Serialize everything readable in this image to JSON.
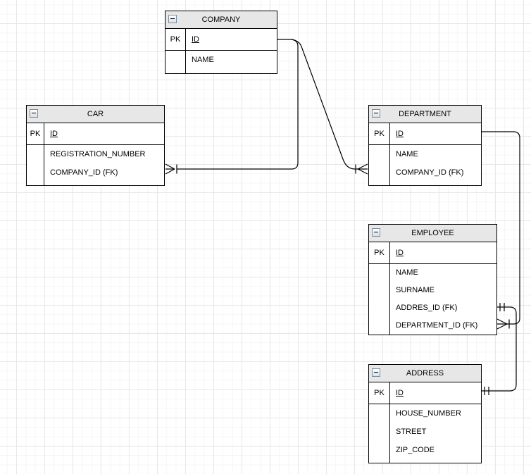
{
  "entities": {
    "company": {
      "title": "COMPANY",
      "pk_label": "PK",
      "pk": "ID",
      "attributes": [
        "NAME"
      ]
    },
    "car": {
      "title": "CAR",
      "pk_label": "PK",
      "pk": "ID",
      "attributes": [
        "REGISTRATION_NUMBER",
        "COMPANY_ID (FK)"
      ]
    },
    "department": {
      "title": "DEPARTMENT",
      "pk_label": "PK",
      "pk": "ID",
      "attributes": [
        "NAME",
        "COMPANY_ID (FK)"
      ]
    },
    "employee": {
      "title": "EMPLOYEE",
      "pk_label": "PK",
      "pk": "ID",
      "attributes": [
        "NAME",
        "SURNAME",
        "ADDRES_ID (FK)",
        "DEPARTMENT_ID (FK)"
      ]
    },
    "address": {
      "title": "ADDRESS",
      "pk_label": "PK",
      "pk": "ID",
      "attributes": [
        "HOUSE_NUMBER",
        "STREET",
        "ZIP_CODE"
      ]
    }
  },
  "relationships": [
    {
      "from": "COMPANY.ID",
      "to": "CAR.COMPANY_ID (FK)",
      "from_end": "plain",
      "to_end": "crow-foot-with-tick (many)"
    },
    {
      "from": "COMPANY.ID",
      "to": "DEPARTMENT.COMPANY_ID (FK)",
      "from_end": "plain",
      "to_end": "crow-foot-with-tick (many)"
    },
    {
      "from": "DEPARTMENT.ID",
      "to": "EMPLOYEE.DEPARTMENT_ID (FK)",
      "from_end": "plain",
      "to_end": "crow-foot-with-tick (many)"
    },
    {
      "from": "ADDRESS.ID",
      "to": "EMPLOYEE.ADDRES_ID (FK)",
      "from_end": "double-tick (one)",
      "to_end": "double-tick (one)"
    }
  ],
  "colors": {
    "header_bg": "#e7e7e7",
    "entity_border": "#000000",
    "text": "#000000",
    "connector": "#000000",
    "grid_major": "#e8e8e8",
    "grid_minor": "#f6f6f6",
    "canvas_bg": "#ffffff",
    "collapse_icon_border": "#7b8ea0"
  }
}
